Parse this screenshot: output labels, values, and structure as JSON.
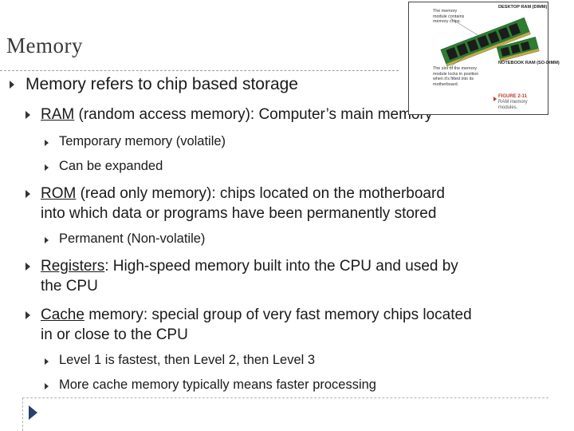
{
  "slide": {
    "title": "Memory",
    "bullets": [
      {
        "text": "Memory refers to chip based storage"
      },
      {
        "term": "RAM",
        "rest": " (random access memory):  Computer’s main memory"
      },
      {
        "text": "Temporary memory (volatile)"
      },
      {
        "text": " Can be expanded"
      },
      {
        "term": "ROM",
        "rest_line1": " (read only memory): chips located on the motherboard",
        "rest_line2": "into which data or programs have been permanently stored"
      },
      {
        "text": "Permanent (Non-volatile)"
      },
      {
        "term": "Registers",
        "rest_line1": ": High-speed memory built into the CPU and used by",
        "rest_line2": "the CPU"
      },
      {
        "term": "Cache",
        "rest_line1": " memory:  special group of very fast memory chips located",
        "rest_line2": "in or close to the CPU"
      },
      {
        "text": "Level 1 is fastest, then Level 2, then Level 3"
      },
      {
        "text": "More cache memory typically means faster processing"
      }
    ]
  },
  "figure": {
    "desktop_label": "DESKTOP RAM (DIMM)",
    "desktop_note": "The memory\nmodule contains\nmemory chips.",
    "laptop_label": "NOTEBOOK RAM (SO-DIMM)",
    "laptop_note": "The slot of the memory\nmodule locks in position\nwhen it's fitted into its\nmotherboard.",
    "figure_number": "FIGURE 2-11",
    "caption_line1": "RAM memory",
    "caption_line2": "modules."
  },
  "colors": {
    "pcb_green": "#2e7d32",
    "chip_black": "#1c1c1c",
    "gold_contacts": "#c8a84a",
    "bullet": "#333333",
    "nav_arrow": "#2c3e6b"
  }
}
